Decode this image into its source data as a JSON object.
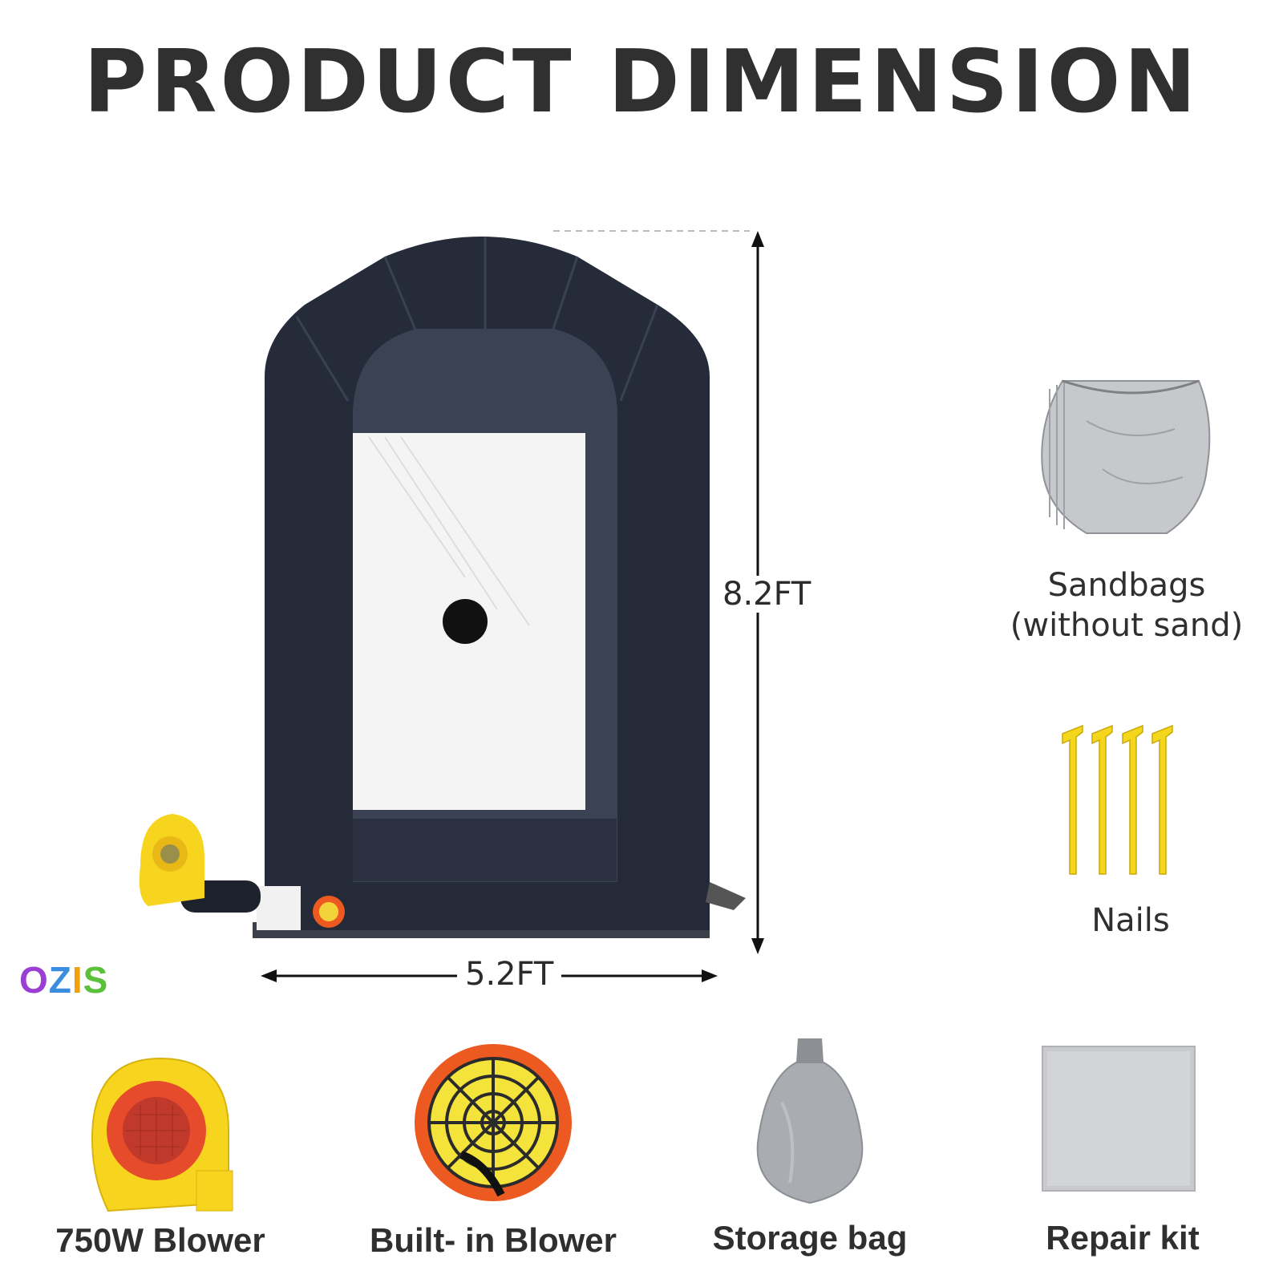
{
  "title": "PRODUCT DIMENSION",
  "dimensions": {
    "height": "8.2FT",
    "width": "5.2FT"
  },
  "brand": {
    "letters": [
      "O",
      "Z",
      "I",
      "S"
    ],
    "colors": [
      "#9b3fd4",
      "#3b8de0",
      "#f2a10d",
      "#5cc13a"
    ]
  },
  "accessories": [
    {
      "label": "Sandbags\n(without sand)",
      "icon": "sandbag-icon"
    },
    {
      "label": "Nails",
      "icon": "stake-icon"
    }
  ],
  "included_items": [
    {
      "label": "750W Blower",
      "icon": "external-blower-icon"
    },
    {
      "label": "Built- in Blower",
      "icon": "builtin-blower-icon"
    },
    {
      "label": "Storage bag",
      "icon": "storage-bag-icon"
    },
    {
      "label": "Repair kit",
      "icon": "repair-kit-icon"
    }
  ],
  "colors": {
    "booth": "#252b39",
    "blower_yellow": "#f7d51e",
    "blower_orange": "#ec5a22",
    "accent_text": "#303030"
  }
}
